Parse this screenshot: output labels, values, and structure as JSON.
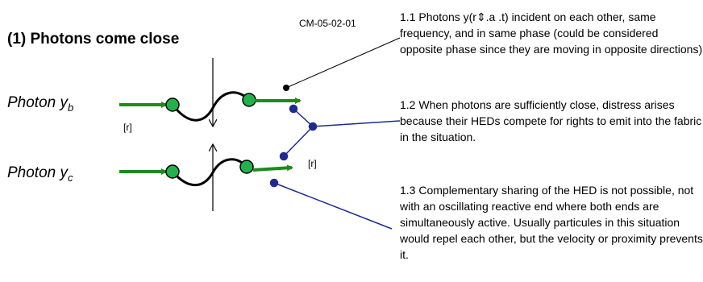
{
  "heading": "(1) Photons come close",
  "diagram_code": "CM-05-02-01",
  "photons": [
    {
      "prefix": "Photon y",
      "subscript": "b"
    },
    {
      "prefix": "Photon y",
      "subscript": "c"
    }
  ],
  "direction_labels": [
    "[r]",
    "[r]"
  ],
  "notes": [
    "1.1 Photons y(r⇕.a .t) incident on each other, same frequency, and in same phase (could be considered opposite phase since they are moving in opposite directions)",
    "1.2 When photons are sufficiently close, distress arises because their HEDs compete for rights to emit into the fabric in the situation.",
    "1.3 Complementary sharing of the HED is not possible, not with an oscillating reactive end where both ends are simultaneously active. Usually particules in this situation would repel each other, but the velocity or proximity prevents it."
  ],
  "colors": {
    "photon_fill": "#22b14c",
    "arrow_green": "#1e8a1e",
    "connector_navy": "#1f2a8f",
    "wave": "#000000"
  },
  "icons": [
    "approach-down-arrow-icon",
    "approach-up-arrow-icon"
  ]
}
